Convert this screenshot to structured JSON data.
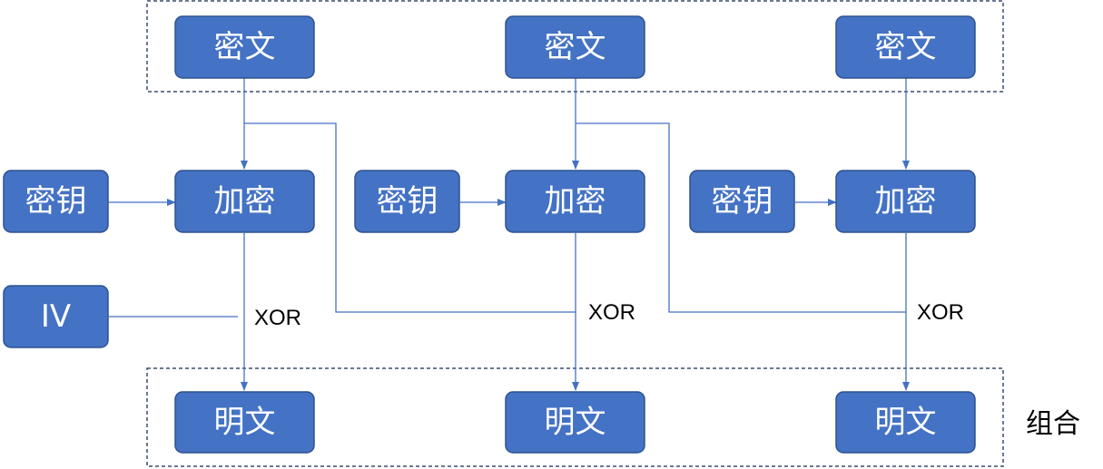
{
  "colors": {
    "box_fill": "#4472C4",
    "box_stroke": "#2F528F",
    "line": "#4472C4",
    "dashed": "#3A4F6B"
  },
  "columns": [
    {
      "ciphertext": "密文",
      "encrypt": "加密",
      "key": "密钥",
      "xor": "XOR",
      "plaintext": "明文"
    },
    {
      "ciphertext": "密文",
      "encrypt": "加密",
      "key": "密钥",
      "xor": "XOR",
      "plaintext": "明文"
    },
    {
      "ciphertext": "密文",
      "encrypt": "加密",
      "key": "密钥",
      "xor": "XOR",
      "plaintext": "明文"
    }
  ],
  "iv": "IV",
  "group_label": "组合"
}
